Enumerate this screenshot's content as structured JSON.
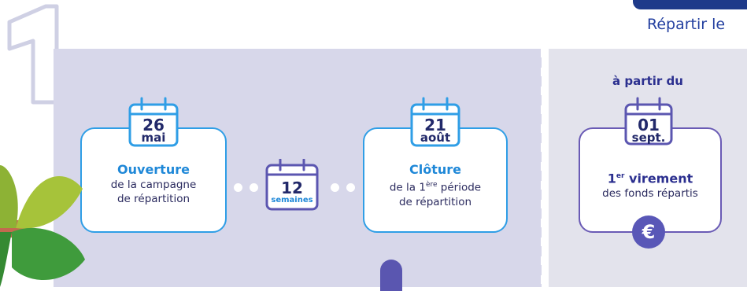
{
  "step_number": "1",
  "header": {
    "tab_label": "",
    "subtitle": "Répartir le"
  },
  "timeline": {
    "opening": {
      "day": "26",
      "month": "mai",
      "title": "Ouverture",
      "line1": "de la campagne",
      "line2": "de répartition"
    },
    "duration": {
      "value": "12",
      "unit": "semaines"
    },
    "closing": {
      "day": "21",
      "month": "août",
      "title": "Clôture",
      "line1_pre": "de la 1",
      "line1_sup": "ère",
      "line1_post": " période",
      "line2": "de répartition"
    },
    "transfer": {
      "from_label": "à partir du",
      "day": "01",
      "month": "sept.",
      "title_pre": "1",
      "title_sup": "er",
      "title_post": " virement",
      "line1": "des fonds répartis",
      "currency_symbol": "€"
    }
  },
  "colors": {
    "accent_blue": "#1f88d8",
    "dark_blue": "#2b2f8f",
    "panel_left": "#d7d7ea",
    "panel_right": "#e3e3ec",
    "green_leaf": "#3f9b3c",
    "lime_leaf": "#a6c33a"
  }
}
